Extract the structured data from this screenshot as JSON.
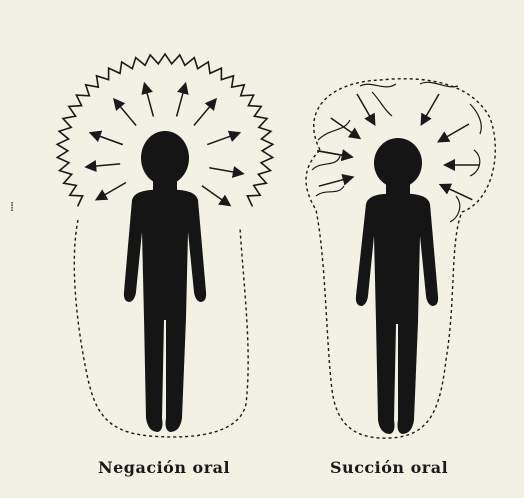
{
  "figures": [
    {
      "id": "left",
      "caption": "Negación oral"
    },
    {
      "id": "right",
      "caption": "Succión oral"
    }
  ],
  "colors": {
    "paper": "#f3f0e4",
    "ink": "#1a1a1a",
    "figure": "#151515"
  }
}
